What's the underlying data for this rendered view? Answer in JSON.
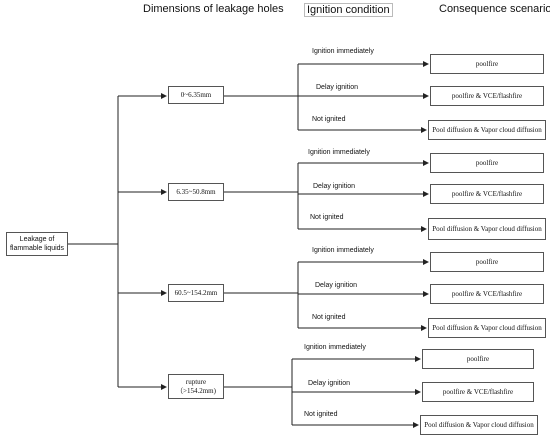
{
  "headers": {
    "dimensions": "Dimensions of leakage holes",
    "ignition": "Ignition condition",
    "consequence": "Consequence scenario"
  },
  "root": {
    "line1": "Leakage of",
    "line2": "flammable liquids"
  },
  "holes": [
    {
      "label": "0~6.35mm"
    },
    {
      "label": "6.35~50.8mm"
    },
    {
      "label": "60.5~154.2mm"
    },
    {
      "label": "rupture",
      "sub": "（>154.2mm)"
    }
  ],
  "ignition_labels": {
    "immediate": "Ignition immediately",
    "delay": "Delay ignition",
    "none": "Not ignited"
  },
  "outcomes": {
    "immediate": "poolfire",
    "delay": "poolfire & VCE/flashfire",
    "none": "Pool diffusion & Vapor cloud diffusion"
  },
  "colors": {
    "line": "#222222",
    "border": "#555555"
  }
}
